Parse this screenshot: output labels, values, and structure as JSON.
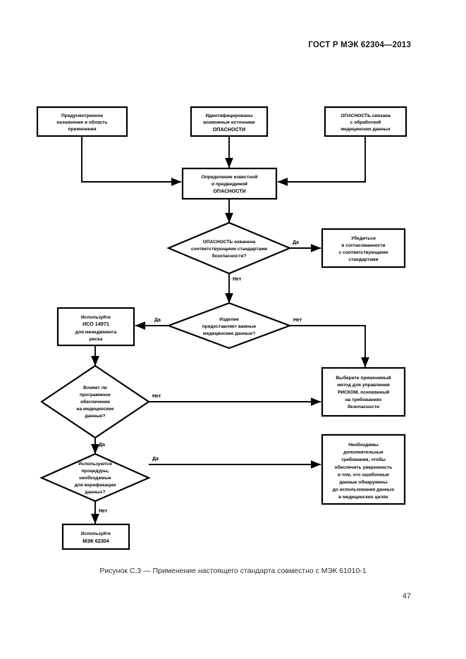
{
  "document": {
    "header": "ГОСТ Р МЭК 62304—2013",
    "page_number": "47",
    "figure_caption": "Рисунок С.3 — Применение настоящего стандарта совместно с МЭК 61010-1"
  },
  "flowchart": {
    "type": "flowchart",
    "nodes": {
      "intended_use": {
        "shape": "box",
        "lines": [
          "Предусмотренное",
          "назначение и область",
          "применения"
        ]
      },
      "hazard_sources": {
        "shape": "box",
        "lines": [
          "Идентифицированы",
          "возможные источники",
          "ОПАСНОСТИ"
        ]
      },
      "hazard_data": {
        "shape": "box",
        "lines": [
          "ОПАСНОСТЬ  связана",
          "с обработкой",
          "медицинских данных"
        ]
      },
      "determine_hazard": {
        "shape": "box",
        "lines": [
          "Определение известной",
          "и предвидимой",
          "ОПАСНОСТИ"
        ]
      },
      "covered_by_standards": {
        "shape": "diamond",
        "lines": [
          "ОПАСНОСТЬ охвачена",
          "соответствующими стандартами",
          "безопасности?"
        ]
      },
      "ensure_compliance": {
        "shape": "box",
        "lines": [
          "Убедиться",
          "в согласованности",
          "с соответствующими",
          "стандартами"
        ]
      },
      "provides_medical_data": {
        "shape": "diamond",
        "lines": [
          "Изделие",
          "предоставляет важные",
          "медицинские данные?"
        ]
      },
      "use_iso_14971": {
        "shape": "box",
        "lines": [
          "Используйте",
          "ИСО 14971",
          "для менеджмента",
          "риска"
        ]
      },
      "software_affects_data": {
        "shape": "diamond",
        "lines": [
          "Влияет ли",
          "программное",
          "обеспечение",
          "на медицинские",
          "данные?"
        ]
      },
      "select_risk_method": {
        "shape": "box",
        "lines": [
          "Выберите применимый",
          "метод для управления",
          "РИСКОМ, основанный",
          "на требованиях",
          "безопасности"
        ]
      },
      "verification_procedures": {
        "shape": "diamond",
        "lines": [
          "Используются",
          "процедуры,",
          "необходимые",
          "для верификации",
          "данных?"
        ]
      },
      "additional_requirements": {
        "shape": "box",
        "lines": [
          "Необходимы",
          "дополнительные",
          "требования, чтобы",
          "обеспечить уверенность",
          "в том, что ошибочные",
          "данные обнаружены",
          "до использования данных",
          "в медицинских целях"
        ]
      },
      "use_iec_62304": {
        "shape": "box",
        "lines": [
          "Используйте",
          "МЭК 62304"
        ]
      }
    },
    "edge_labels": {
      "covered_yes": "Да",
      "covered_no": "Нет",
      "data_yes": "Да",
      "data_no": "Нет",
      "affects_no": "Нет",
      "affects_yes": "Да",
      "verify_yes": "Да",
      "verify_no": "Нет"
    }
  }
}
